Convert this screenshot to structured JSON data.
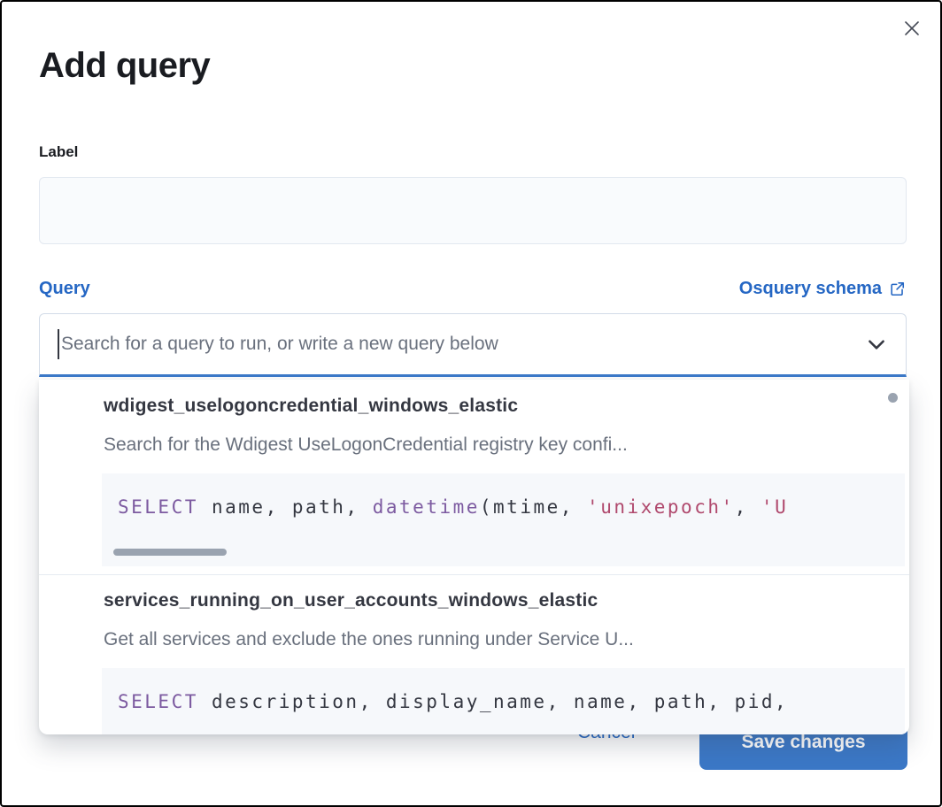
{
  "modal": {
    "title": "Add query"
  },
  "form": {
    "label_field": {
      "label": "Label",
      "value": "",
      "placeholder": ""
    },
    "query_field": {
      "label": "Query",
      "schema_link_label": "Osquery schema",
      "combobox_placeholder": "Search for a query to run, or write a new query below"
    }
  },
  "dropdown": {
    "options": [
      {
        "title": "wdigest_uselogoncredential_windows_elastic",
        "description": "Search for the Wdigest UseLogonCredential registry key confi...",
        "code": [
          {
            "t": "SELECT"
          },
          {
            "t": " name, path, "
          },
          {
            "t": "datetime"
          },
          {
            "t": "(mtime, "
          },
          {
            "t": "'unixepoch'"
          },
          {
            "t": ", "
          },
          {
            "t": "'U"
          }
        ]
      },
      {
        "title": "services_running_on_user_accounts_windows_elastic",
        "description": "Get all services and exclude the ones running under Service U...",
        "code": [
          {
            "t": "SELECT"
          },
          {
            "t": " description, display_name, name, path, pid,"
          }
        ]
      }
    ]
  },
  "footer": {
    "cancel_label": "Cancel",
    "save_label": "Save changes"
  },
  "colors": {
    "accent_blue": "#2567c4",
    "button_blue": "#3b78c7",
    "code_keyword": "#7c5aa0",
    "code_string": "#b0496d",
    "text_dark": "#1a1c21",
    "text_gray": "#69707d",
    "code_background": "#f6f8fb"
  },
  "icons": {
    "close": "x",
    "chevron": "chevron-down",
    "external_link": "external-link"
  }
}
